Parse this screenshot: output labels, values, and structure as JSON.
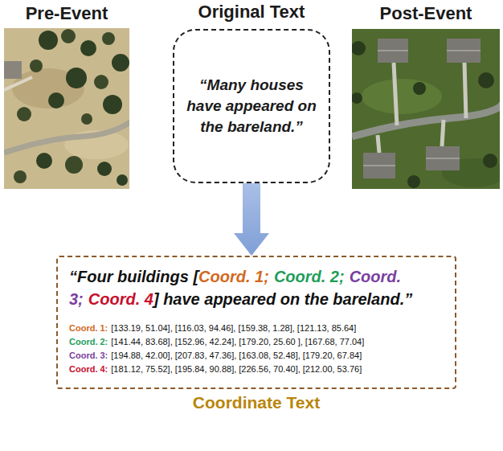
{
  "diagram": {
    "nodes": [
      {
        "text": [
          "Original Text",
          "“Many houses have appeared on the bareland.”"
        ]
      },
      {
        "text": [
          "“Four buildings [",
          "Coord. 1;",
          "Coord. 2;",
          "Coord. 3;",
          "Coord. 4",
          "] have appeared on the bareland.”",
          "Coord. 1:",
          "[133.19, 51.04], [116.03, 94.46], [159.38, 1.28], [121.13, 85.64]",
          "Coord. 2:",
          "[141.44, 83.68], [152.96, 42.24], [179.20, 25.60 ], [167.68, 77.04]",
          "Coord. 3:",
          "[194.88, 42.00], [207.83, 47.36], [163.08, 52.48], [179.20, 67.84]",
          "Coord. 4:",
          "[181.12, 75.52], [195.84, 90.88], [226.56, 70.40], [212.00, 53.76]",
          "Coordinate Text"
        ]
      }
    ],
    "edges": [
      {
        "from": 0,
        "to": 1,
        "arrow": "to"
      }
    ],
    "labels": [
      "Pre-Event",
      "Post-Event"
    ]
  }
}
